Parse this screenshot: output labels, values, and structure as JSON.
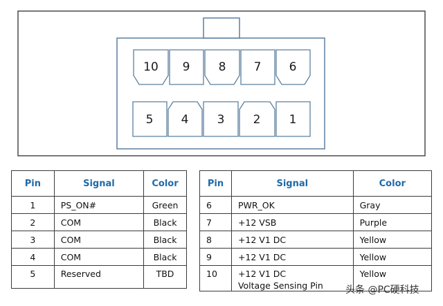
{
  "connector": {
    "top_row": [
      "10",
      "9",
      "8",
      "7",
      "6"
    ],
    "bottom_row": [
      "5",
      "4",
      "3",
      "2",
      "1"
    ]
  },
  "pin_table": {
    "headers": [
      "Pin",
      "Signal",
      "Color"
    ],
    "left_rows": [
      {
        "pin": "1",
        "signal": "PS_ON#",
        "color": "Green"
      },
      {
        "pin": "2",
        "signal": "COM",
        "color": "Black"
      },
      {
        "pin": "3",
        "signal": "COM",
        "color": "Black"
      },
      {
        "pin": "4",
        "signal": "COM",
        "color": "Black"
      },
      {
        "pin": "5",
        "signal": "Reserved",
        "color": "TBD"
      }
    ],
    "right_rows": [
      {
        "pin": "6",
        "signal": "PWR_OK",
        "color": "Gray",
        "note": ""
      },
      {
        "pin": "7",
        "signal": "+12 VSB",
        "color": "Purple",
        "note": ""
      },
      {
        "pin": "8",
        "signal": "+12 V1 DC",
        "color": "Yellow",
        "note": ""
      },
      {
        "pin": "9",
        "signal": "+12 V1 DC",
        "color": "Yellow",
        "note": ""
      },
      {
        "pin": "10",
        "signal": "+12 V1 DC",
        "color": "Yellow",
        "note": "Voltage Sensing Pin"
      }
    ]
  },
  "watermark": "头条 @PC硬科技",
  "colors": {
    "frame": "#4a4a4a",
    "connector_outline": "#5b7f9e",
    "header_text": "#1f6aa8"
  }
}
